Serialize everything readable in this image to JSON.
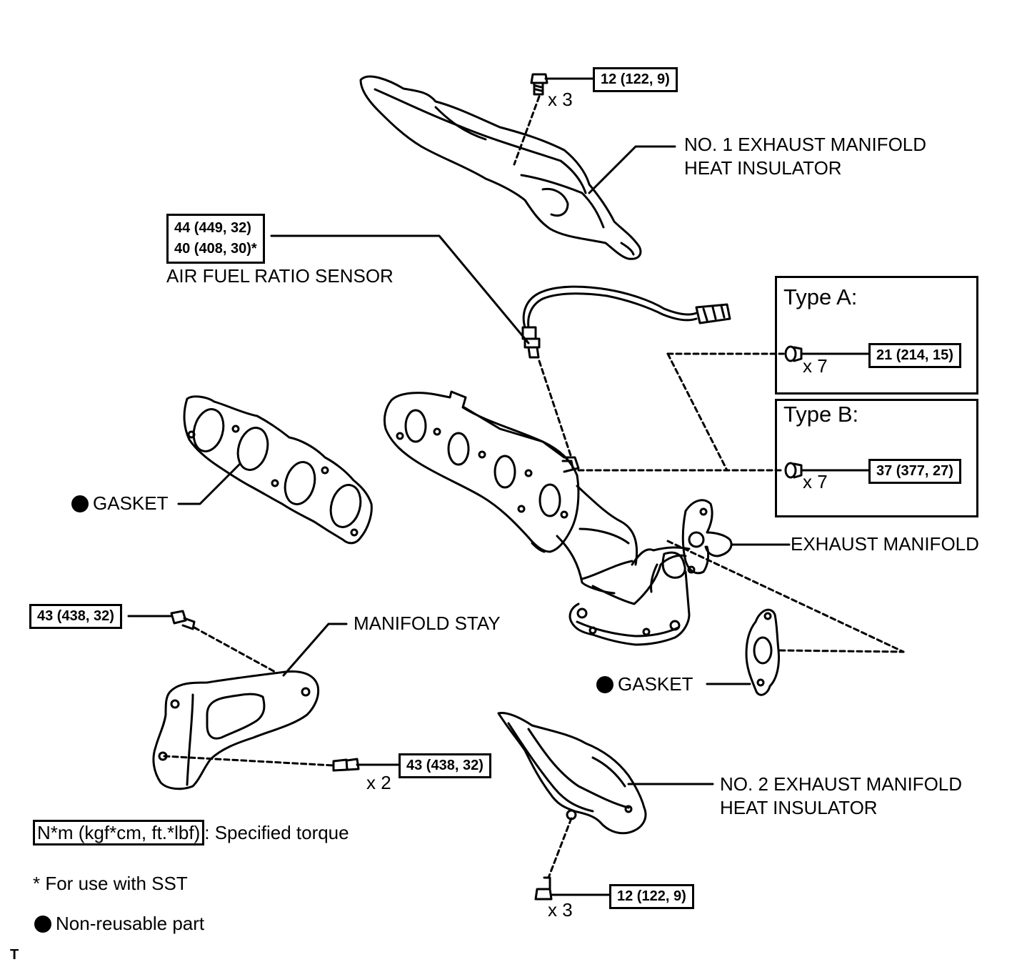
{
  "labels": {
    "insulator1_line1": "NO. 1 EXHAUST MANIFOLD",
    "insulator1_line2": "HEAT INSULATOR",
    "af_sensor": "AIR FUEL RATIO SENSOR",
    "gasket_upper": "GASKET",
    "exhaust_manifold": "EXHAUST MANIFOLD",
    "manifold_stay": "MANIFOLD STAY",
    "gasket_lower": "GASKET",
    "insulator2_line1": "NO. 2 EXHAUST MANIFOLD",
    "insulator2_line2": "HEAT INSULATOR"
  },
  "torques": {
    "insulator1_bolt": "12 (122, 9)",
    "af_sensor_1": "44 (449, 32)",
    "af_sensor_2": "40 (408, 30)*",
    "type_a_nut": "21 (214, 15)",
    "type_b_nut": "37 (377, 27)",
    "stay_upper_bolt": "43 (438, 32)",
    "stay_lower_bolt": "43 (438, 32)",
    "insulator2_bolt": "12 (122, 9)"
  },
  "quantities": {
    "insulator1_bolt": "x 3",
    "type_a_nut": "x 7",
    "type_b_nut": "x 7",
    "stay_lower_bolt": "x 2",
    "insulator2_bolt": "x 3"
  },
  "types": {
    "type_a": "Type A:",
    "type_b": "Type B:"
  },
  "legend": {
    "torque_unit": "N*m (kgf*cm, ft.*lbf)",
    "torque_desc": ": Specified torque",
    "sst_note": "* For use with SST",
    "non_reusable": "Non-reusable part"
  },
  "corner_mark": "T"
}
